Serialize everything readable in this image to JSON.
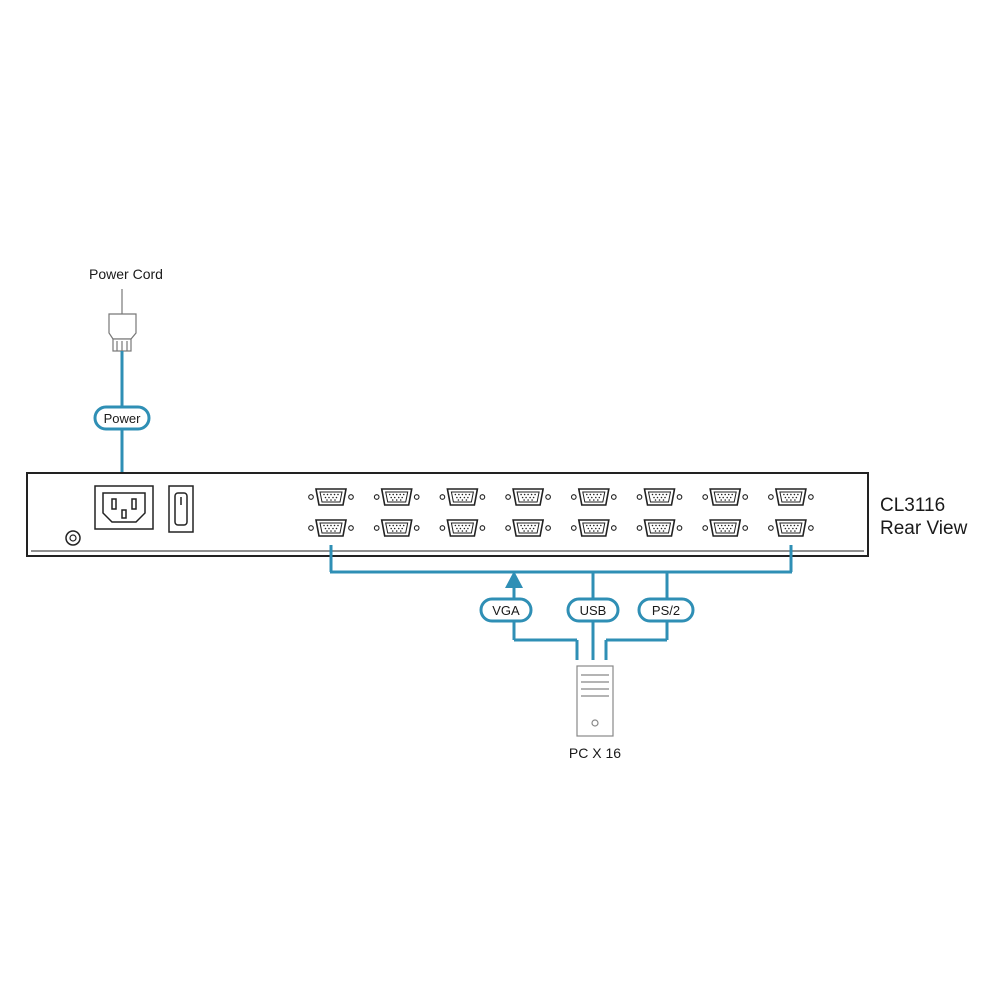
{
  "labels": {
    "power_cord": "Power Cord",
    "power": "Power",
    "model": "CL3116",
    "view": "Rear View",
    "vga": "VGA",
    "usb": "USB",
    "ps2": "PS/2",
    "pc": "PC X 16"
  },
  "colors": {
    "cable": "#2f8fb5",
    "outline": "#222222"
  },
  "ports": {
    "rows": 2,
    "per_row": 8
  }
}
